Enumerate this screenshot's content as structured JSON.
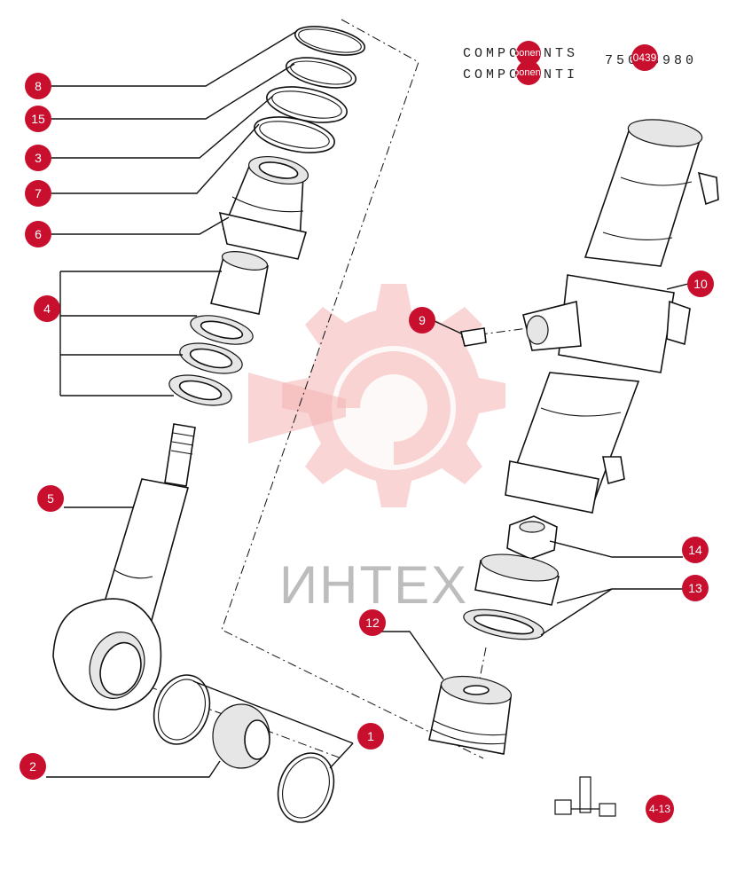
{
  "header": {
    "line1": "COMPONENTS",
    "line2": "COMPONENTI",
    "ref_number": "75043980",
    "badge_line1": "ponent",
    "badge_line2": "ponent",
    "badge_ref": "0439"
  },
  "watermark": {
    "text": "ИНТЕХ",
    "color": "#f4b3b3"
  },
  "page_code": "4-13",
  "accent_color": "#c8102e",
  "callouts": [
    {
      "id": "c8",
      "label": "8"
    },
    {
      "id": "c15",
      "label": "15"
    },
    {
      "id": "c3",
      "label": "3"
    },
    {
      "id": "c7",
      "label": "7"
    },
    {
      "id": "c6",
      "label": "6"
    },
    {
      "id": "c4",
      "label": "4"
    },
    {
      "id": "c5",
      "label": "5"
    },
    {
      "id": "c2",
      "label": "2"
    },
    {
      "id": "c1",
      "label": "1"
    },
    {
      "id": "c9",
      "label": "9"
    },
    {
      "id": "c10",
      "label": "10"
    },
    {
      "id": "c14",
      "label": "14"
    },
    {
      "id": "c13",
      "label": "13"
    },
    {
      "id": "c12",
      "label": "12"
    }
  ]
}
